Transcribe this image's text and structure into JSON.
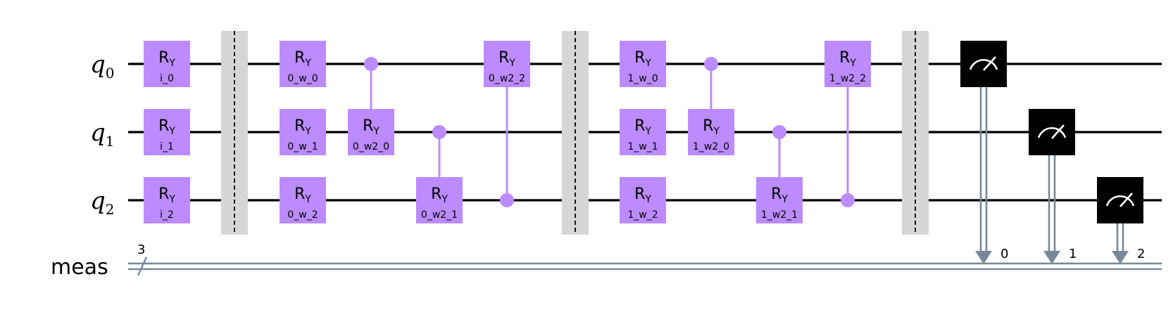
{
  "qubits": [
    {
      "name": "q",
      "index": "0"
    },
    {
      "name": "q",
      "index": "1"
    },
    {
      "name": "q",
      "index": "2"
    }
  ],
  "classical": {
    "name": "meas",
    "size": "3",
    "bits": [
      "0",
      "1",
      "2"
    ]
  },
  "gate_label": "R",
  "gate_label_sub": "Y",
  "gates": [
    {
      "qubit": 0,
      "col": 0,
      "param": "i_0"
    },
    {
      "qubit": 1,
      "col": 0,
      "param": "i_1"
    },
    {
      "qubit": 2,
      "col": 0,
      "param": "i_2"
    },
    {
      "qubit": 0,
      "col": 1,
      "param": "0_w_0"
    },
    {
      "qubit": 1,
      "col": 1,
      "param": "0_w_1"
    },
    {
      "qubit": 2,
      "col": 1,
      "param": "0_w_2"
    },
    {
      "qubit": 1,
      "col": 2,
      "param": "0_w2_0",
      "control": 0
    },
    {
      "qubit": 2,
      "col": 3,
      "param": "0_w2_1",
      "control": 1
    },
    {
      "qubit": 0,
      "col": 4,
      "param": "0_w2_2",
      "control": 2
    },
    {
      "qubit": 0,
      "col": 5,
      "param": "1_w_0"
    },
    {
      "qubit": 1,
      "col": 5,
      "param": "1_w_1"
    },
    {
      "qubit": 2,
      "col": 5,
      "param": "1_w_2"
    },
    {
      "qubit": 1,
      "col": 6,
      "param": "1_w2_0",
      "control": 0
    },
    {
      "qubit": 2,
      "col": 7,
      "param": "1_w2_1",
      "control": 1
    },
    {
      "qubit": 0,
      "col": 8,
      "param": "1_w2_2",
      "control": 2
    }
  ],
  "measurements": [
    {
      "qubit": 0,
      "bit": 0
    },
    {
      "qubit": 1,
      "bit": 1
    },
    {
      "qubit": 2,
      "bit": 2
    }
  ],
  "colors": {
    "gate": "#bb8bff",
    "barrier": "#d6d6d6",
    "classical_wire": "#778899",
    "measure_box": "#000000"
  }
}
